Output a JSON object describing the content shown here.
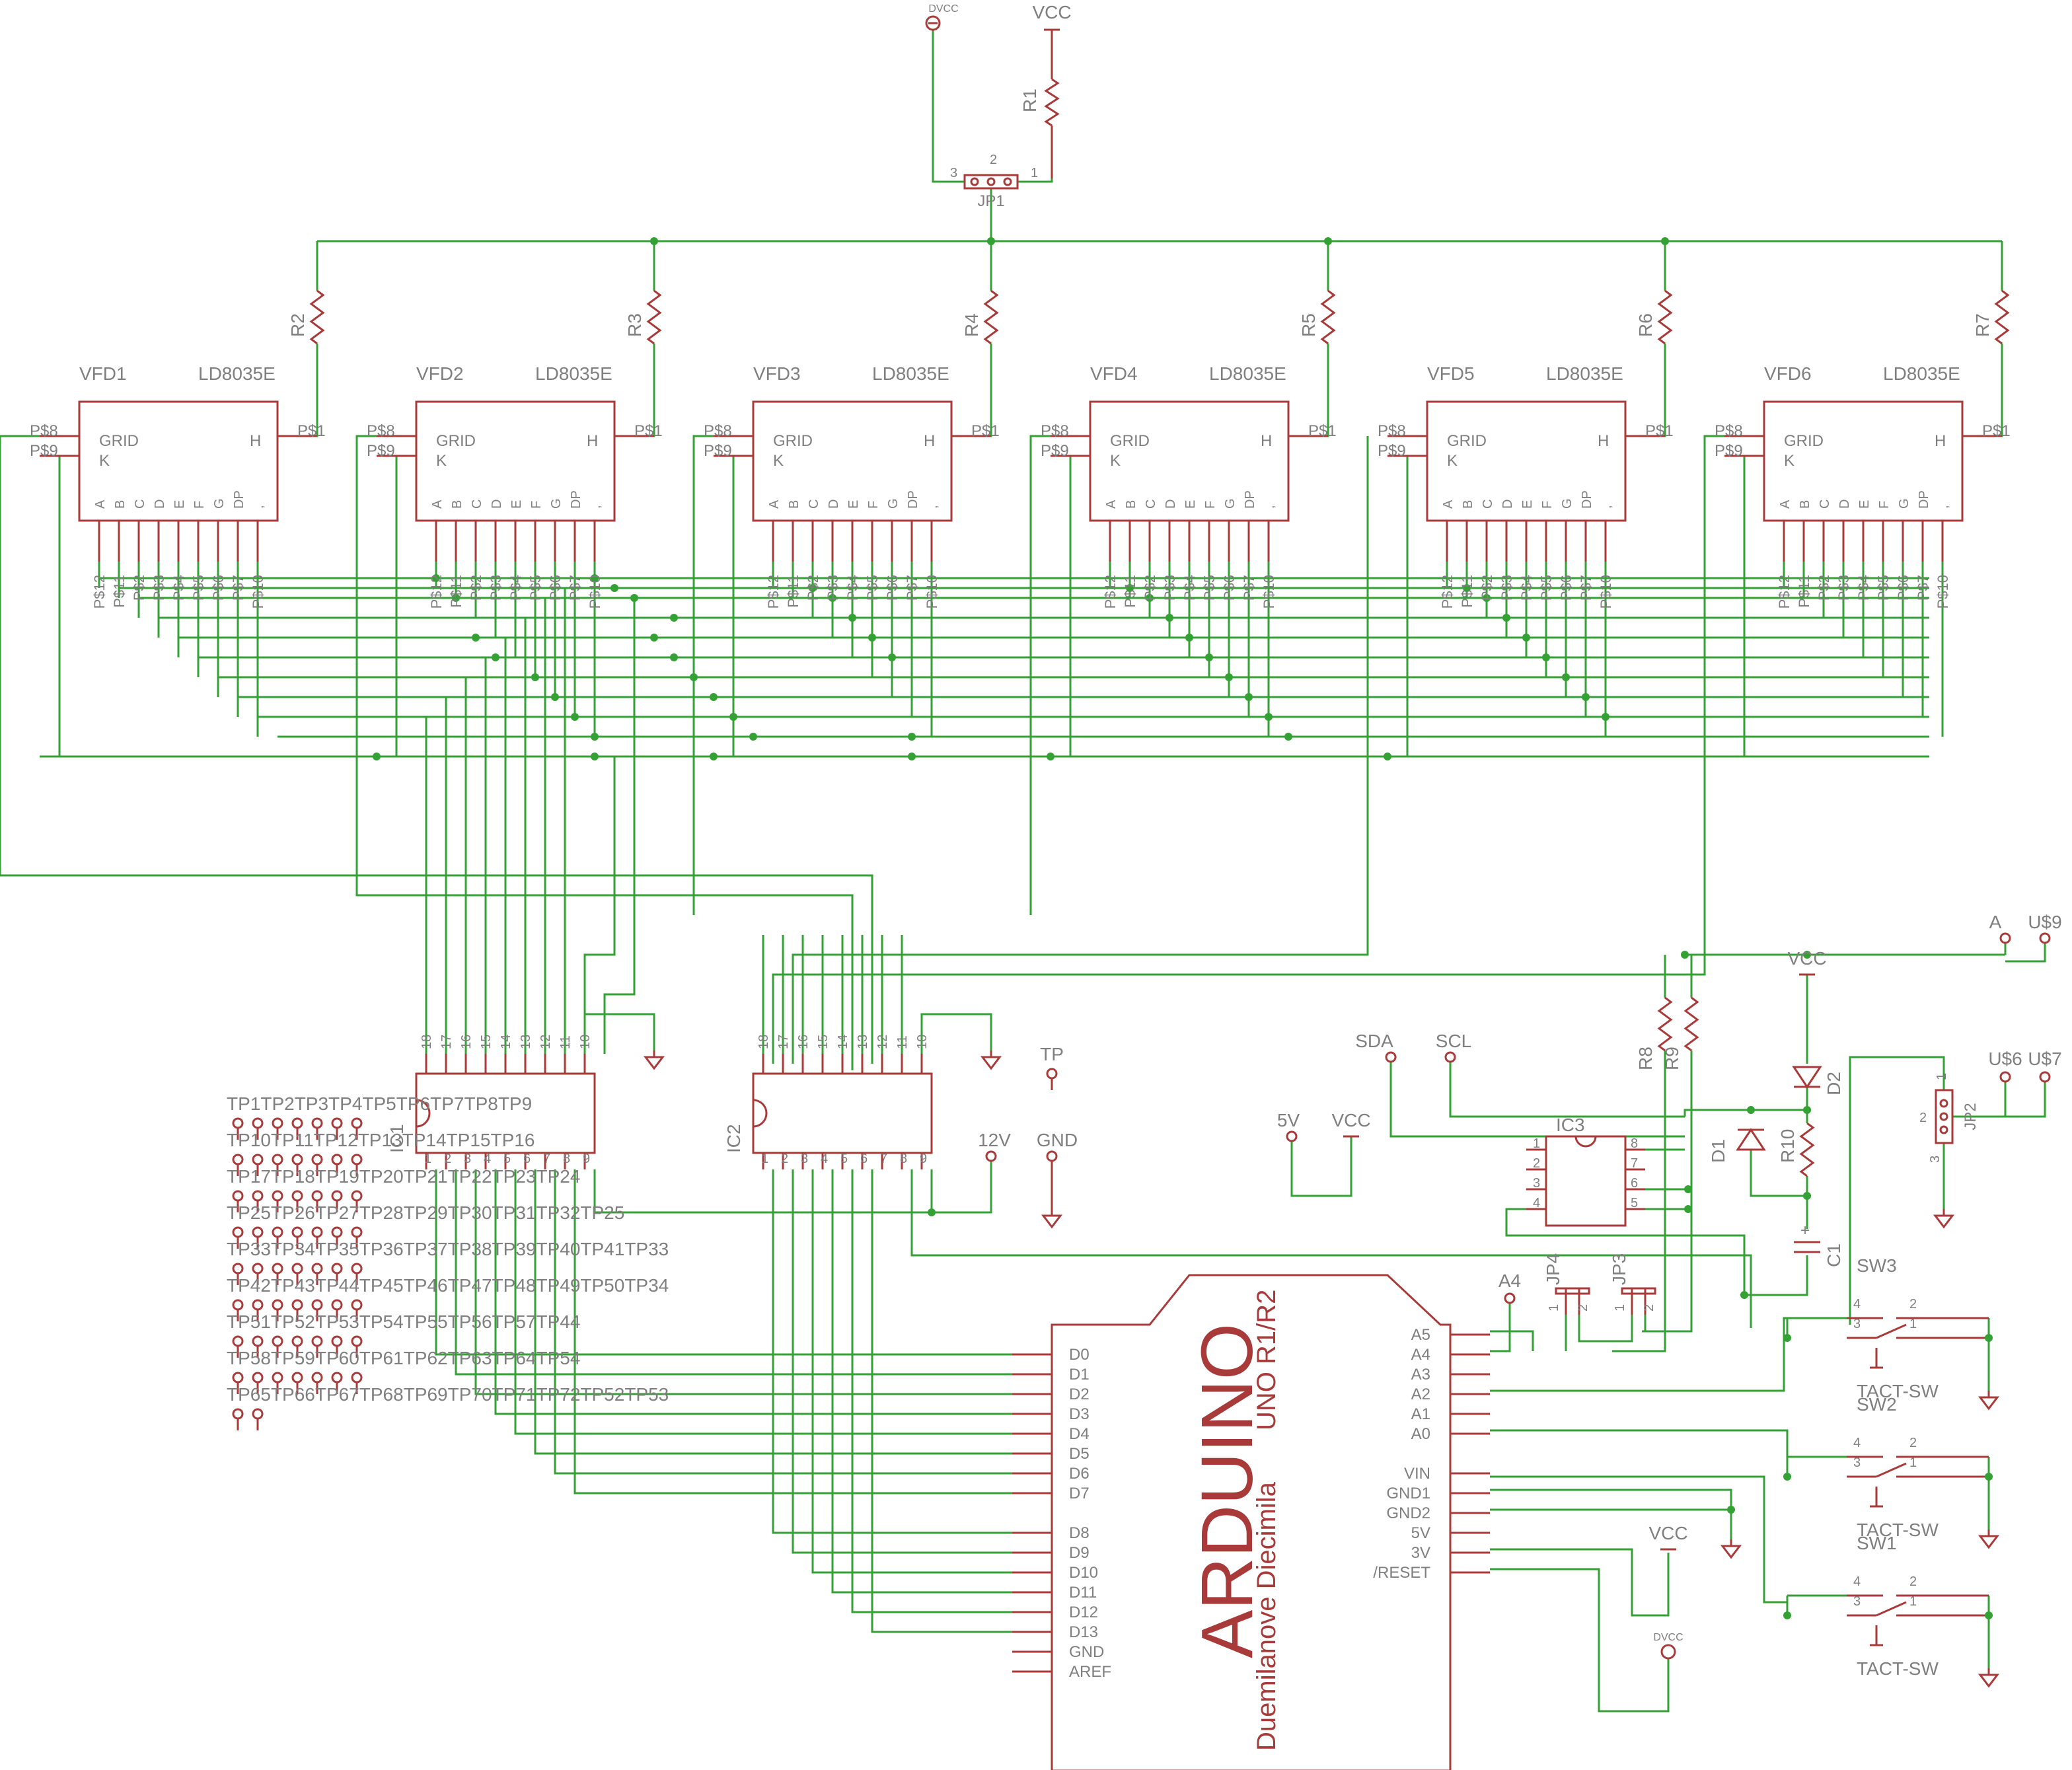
{
  "top": {
    "dvcc": "DVCC",
    "vcc": "VCC",
    "r1": "R1",
    "jp1": "JP1",
    "jp1_pins": [
      "3",
      "2",
      "1"
    ]
  },
  "resistors": [
    "R2",
    "R3",
    "R4",
    "R5",
    "R6",
    "R7"
  ],
  "vfds": [
    {
      "name": "VFD1",
      "part": "LD8035E"
    },
    {
      "name": "VFD2",
      "part": "LD8035E"
    },
    {
      "name": "VFD3",
      "part": "LD8035E"
    },
    {
      "name": "VFD4",
      "part": "LD8035E"
    },
    {
      "name": "VFD5",
      "part": "LD8035E"
    },
    {
      "name": "VFD6",
      "part": "LD8035E"
    }
  ],
  "vfd_pins": {
    "grid": "GRID",
    "k": "K",
    "h": "H",
    "ps8": "P$8",
    "ps9": "P$9",
    "ps1": "P$1",
    "segments": [
      "A",
      "B",
      "C",
      "D",
      "E",
      "F",
      "G",
      "DP",
      ","
    ],
    "bottom": [
      "P$12",
      "P$11",
      "P$2",
      "P$3",
      "P$4",
      "P$5",
      "P$6",
      "P$7",
      "P$10"
    ]
  },
  "ic1": {
    "name": "IC1",
    "top_pins": [
      "18",
      "17",
      "16",
      "15",
      "14",
      "13",
      "12",
      "11",
      "10"
    ],
    "bottom_pins": [
      "1",
      "2",
      "3",
      "4",
      "5",
      "6",
      "7",
      "8",
      "9"
    ]
  },
  "ic2": {
    "name": "IC2",
    "top_pins": [
      "18",
      "17",
      "16",
      "15",
      "14",
      "13",
      "12",
      "11",
      "10"
    ],
    "bottom_pins": [
      "1",
      "2",
      "3",
      "4",
      "5",
      "6",
      "7",
      "8",
      "9"
    ]
  },
  "misc": {
    "tp": "TP",
    "v12": "12V",
    "gnd": "GND",
    "v5": "5V",
    "vcc": "VCC",
    "sda": "SDA",
    "scl": "SCL",
    "a": "A",
    "u9": "U$9",
    "u6": "U$6",
    "u7": "U$7",
    "a4": "A4"
  },
  "testpoints": [
    "TP1TP2TP3TP4TP5TP6TP7TP8TP9",
    "TP10TP11TP12TP13TP14TP15TP16",
    "TP17TP18TP19TP20TP21TP22TP23TP24",
    "TP25TP26TP27TP28TP29TP30TP31TP32TP25",
    "TP33TP34TP35TP36TP37TP38TP39TP40TP41TP33",
    "TP42TP43TP44TP45TP46TP47TP48TP49TP50TP34",
    "TP51TP52TP53TP54TP55TP56TP57TP44",
    "TP58TP59TP60TP61TP62TP63TP64TP54",
    "TP65TP66TP67TP68TP69TP70TP71TP72TP52TP53"
  ],
  "ic3": {
    "name": "IC3",
    "left_pins": [
      "1",
      "2",
      "3",
      "4"
    ],
    "right_pins": [
      "8",
      "7",
      "6",
      "5"
    ]
  },
  "power_right": {
    "vcc": "VCC",
    "r8": "R8",
    "r9": "R9",
    "d1": "D1",
    "d2": "D2",
    "r10": "R10",
    "c1": "C1",
    "jp2": "JP2",
    "jp2_pins": [
      "1",
      "2",
      "3"
    ],
    "jp3": "JP3",
    "jp4": "JP4"
  },
  "jumper_pins": [
    "1",
    "2"
  ],
  "switches": [
    {
      "name": "SW3",
      "type": "TACT-SW",
      "pins": [
        "4",
        "2",
        "3",
        "1"
      ]
    },
    {
      "name": "SW2",
      "type": "TACT-SW",
      "pins": [
        "4",
        "2",
        "3",
        "1"
      ]
    },
    {
      "name": "SW1",
      "type": "TACT-SW",
      "pins": [
        "4",
        "2",
        "3",
        "1"
      ]
    }
  ],
  "arduino": {
    "title": "ARDUINO",
    "subtitle_model": "UNO R1/R2",
    "subtitle_boards": "Duemilanove  Diecimila",
    "left_pins": [
      "D0",
      "D1",
      "D2",
      "D3",
      "D4",
      "D5",
      "D6",
      "D7",
      "D8",
      "D9",
      "D10",
      "D11",
      "D12",
      "D13",
      "GND",
      "AREF"
    ],
    "right_pins": [
      "A5",
      "A4",
      "A3",
      "A2",
      "A1",
      "A0",
      "VIN",
      "GND1",
      "GND2",
      "5V",
      "3V",
      "/RESET"
    ]
  },
  "bottom_power": {
    "vcc": "VCC",
    "dvcc": "DVCC"
  }
}
